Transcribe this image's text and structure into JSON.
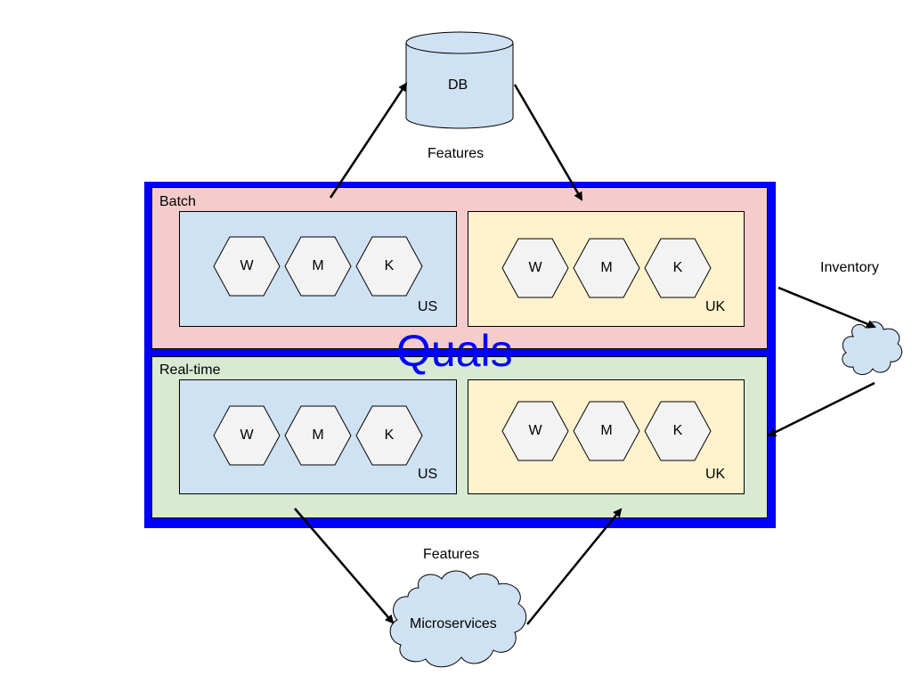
{
  "diagram": {
    "db": {
      "label": "DB",
      "color": "#cfe2f3"
    },
    "features_top": "Features",
    "features_bottom": "Features",
    "inventory": "Inventory",
    "microservices": "Microservices",
    "container": {
      "label": "Quals",
      "border_color": "#0000ff"
    },
    "batch": {
      "label": "Batch",
      "color": "#f4cccc",
      "regions": [
        {
          "name": "US",
          "color": "#cfe2f3",
          "nodes": [
            "W",
            "M",
            "K"
          ]
        },
        {
          "name": "UK",
          "color": "#fff2cc",
          "nodes": [
            "W",
            "M",
            "K"
          ]
        }
      ]
    },
    "realtime": {
      "label": "Real-time",
      "color": "#d9ead3",
      "regions": [
        {
          "name": "US",
          "color": "#cfe2f3",
          "nodes": [
            "W",
            "M",
            "K"
          ]
        },
        {
          "name": "UK",
          "color": "#fff2cc",
          "nodes": [
            "W",
            "M",
            "K"
          ]
        }
      ]
    },
    "node_color": "#f3f3f3"
  }
}
